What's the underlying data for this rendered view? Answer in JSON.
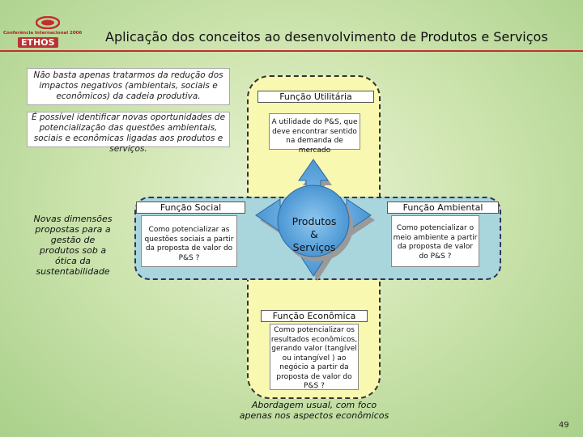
{
  "logo": {
    "line1": "Conferência Internacional 2006",
    "line2": "ETHOS"
  },
  "title": "Aplicação dos conceitos ao desenvolvimento de Produtos e Serviços",
  "intro_boxes": [
    "Não basta apenas tratarmos da redução dos impactos negativos (ambientais, sociais e econômicos) da cadeia produtiva.",
    "É possível identificar novas oportunidades de potencialização das questões ambientais, sociais e econômicas ligadas aos produtos e serviços."
  ],
  "center": {
    "line1": "Produtos",
    "line2": "&",
    "line3": "Serviços"
  },
  "functions": {
    "utilitaria": {
      "label": "Função Utilitária",
      "text": "A utilidade do P&S, que deve encontrar sentido na demanda de mercado"
    },
    "social": {
      "label": "Função Social",
      "text": "Como potencializar as questões sociais a partir da proposta de valor do P&S ?"
    },
    "ambiental": {
      "label": "Função Ambiental",
      "text": "Como potencializar o meio ambiente a partir da proposta de valor do P&S ?"
    },
    "economica": {
      "label": "Função Econômica",
      "text": "Como potencializar os resultados econômicos, gerando valor (tangível ou intangível ) ao negócio a partir da proposta de valor do P&S ?"
    }
  },
  "side_note": "Novas dimensões propostas para a gestão de produtos sob a ótica da sustentabilidade",
  "bottom_note": "Abordagem usual, com foco apenas nos aspectos econômicos",
  "page_number": "49",
  "colors": {
    "accent_red": "#c03030",
    "arrow_blue": "#5aa6e0",
    "lane_yellow": "#f8f8b0",
    "lane_blue": "#a9d6dd"
  }
}
